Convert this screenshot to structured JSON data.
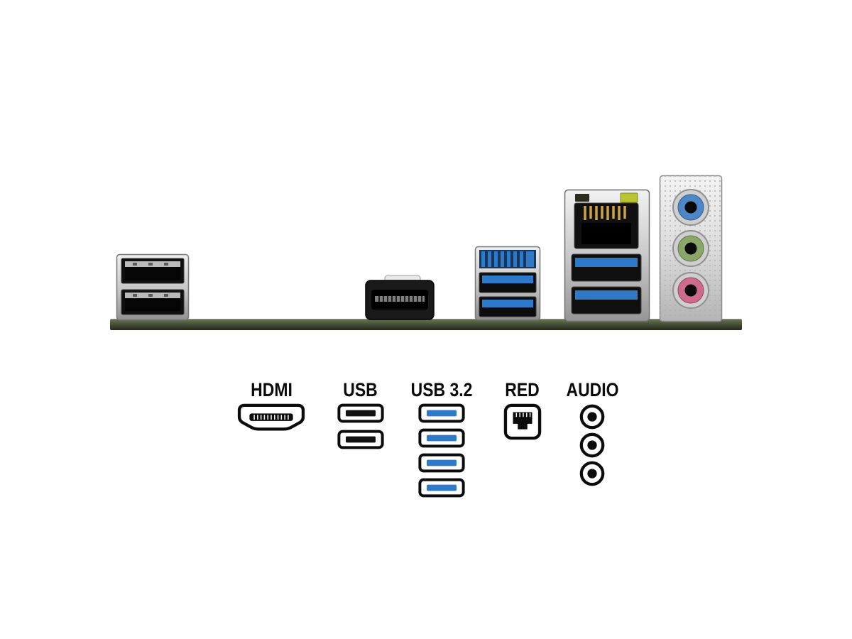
{
  "legend": {
    "items": [
      {
        "id": "hdmi",
        "label": "HDMI",
        "icon": "hdmi-port-icon",
        "port_count": 1
      },
      {
        "id": "usb",
        "label": "USB",
        "icon": "usb-port-icon",
        "port_count": 2
      },
      {
        "id": "usb32",
        "label": "USB 3.2",
        "icon": "usb3-port-icon",
        "port_count": 4
      },
      {
        "id": "lan",
        "label": "RED",
        "icon": "ethernet-port-icon",
        "port_count": 1
      },
      {
        "id": "audio",
        "label": "AUDIO",
        "icon": "audio-jack-icon",
        "port_count": 3
      }
    ]
  },
  "io_panel": {
    "ports": [
      {
        "name": "usb2-dual-stack"
      },
      {
        "name": "hdmi-port"
      },
      {
        "name": "usb3-dual-stack"
      },
      {
        "name": "ethernet-and-usb3-combo"
      },
      {
        "name": "audio-jack-stack",
        "jacks": [
          "line-in-blue",
          "line-out-green",
          "mic-pink"
        ]
      }
    ]
  },
  "colors": {
    "usb_black": "#111111",
    "usb3_blue": "#2e79c8",
    "audio_line_in_blue": "#4f86c6",
    "audio_line_out_green": "#8aa668",
    "audio_mic_pink": "#cc6b8c",
    "lan_led_green": "#b9c42e",
    "pcb_green": "#49523a"
  }
}
